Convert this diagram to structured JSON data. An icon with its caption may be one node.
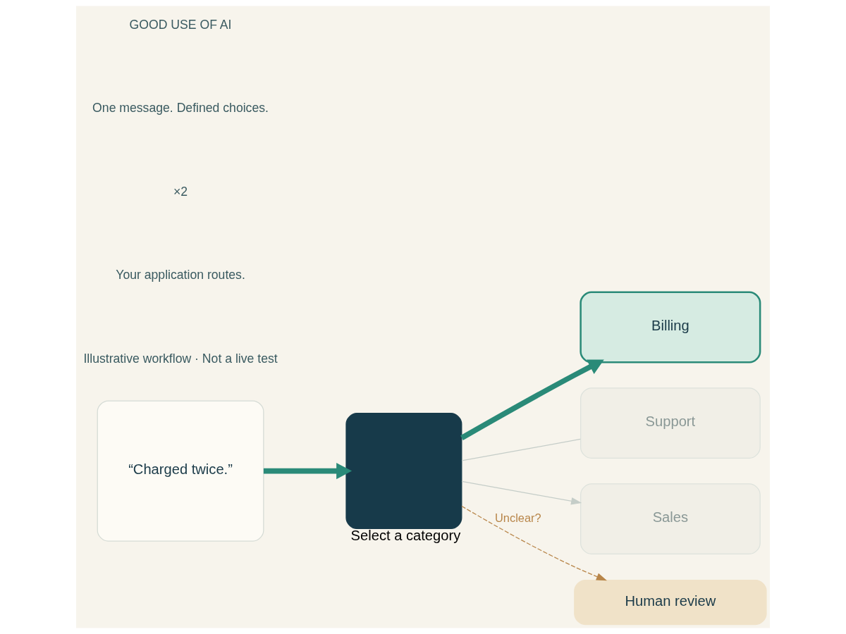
{
  "diagram": {
    "nodes": [
      {
        "text": [
          "“Charged twice.”"
        ]
      },
      {
        "text": [],
        "shape": "box",
        "beside": [
          "Select a category"
        ]
      },
      {
        "text": [
          "Billing"
        ]
      },
      {
        "text": [
          "Support"
        ]
      },
      {
        "text": [
          "Sales"
        ]
      },
      {
        "text": [
          "Human review"
        ]
      }
    ],
    "edges": [
      {
        "from": 0,
        "to": 1,
        "arrow": "to",
        "style": "thick"
      },
      {
        "from": 1,
        "to": 2,
        "arrow": "to",
        "style": "thick"
      },
      {
        "from": 1,
        "to": 3,
        "arrow": "none",
        "color": "#c5cdc8"
      },
      {
        "from": 1,
        "to": 4,
        "arrow": "to",
        "color": "#c5cdc8"
      },
      {
        "from": 1,
        "to": 5,
        "arrow": "to",
        "style": "dashed",
        "color": "#b8864a",
        "label": "Unclear?"
      }
    ],
    "labels": [
      "GOOD USE OF AI",
      "One message. Defined choices.",
      "×2",
      "Your application routes.",
      "Illustrative workflow · Not a live test"
    ]
  }
}
